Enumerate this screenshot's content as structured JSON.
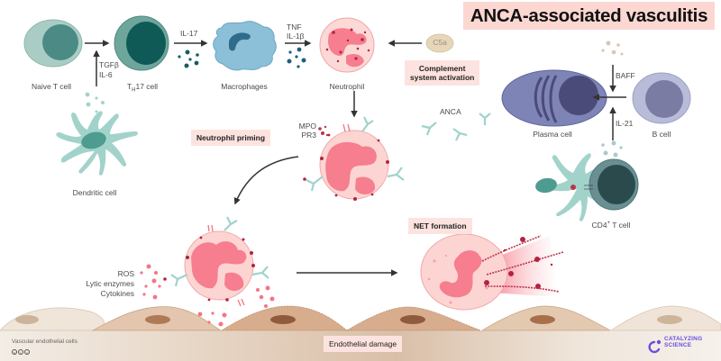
{
  "title": "ANCA-associated vasculitis",
  "cells": {
    "naive_t": "Naive T cell",
    "th17_prefix": "T",
    "th17_sub": "H",
    "th17_suffix": "17 cell",
    "macrophages": "Macrophages",
    "neutrophil": "Neutrophil",
    "dendritic": "Dendritic cell",
    "plasma": "Plasma cell",
    "b_cell": "B cell",
    "cd4_prefix": "CD4",
    "cd4_sup": "+",
    "cd4_suffix": " T cell"
  },
  "signals": {
    "tgfb": "TGFβ",
    "il6": "IL-6",
    "il17": "IL-17",
    "tnf": "TNF",
    "il1b": "IL-1β",
    "c5a": "C5a",
    "baff": "BAFF",
    "il21": "IL-21",
    "anca": "ANCA",
    "mpo": "MPO",
    "pr3": "PR3",
    "ros": "ROS",
    "lytic": "Lytic enzymes",
    "cytokines": "Cytokines"
  },
  "tags": {
    "complement_line1": "Complement",
    "complement_line2": "system activation",
    "priming": "Neutrophil priming",
    "net": "NET formation",
    "damage": "Endothelial damage"
  },
  "footer": {
    "endothelial_label": "Vascular endothelial cells",
    "logo_line1": "CATALYZING",
    "logo_line2": "SCIENCE"
  },
  "colors": {
    "title_bg": "#fcd7d2",
    "tag_bg": "#fde3df",
    "teal_light": "#a6cfc6",
    "teal_dark": "#175f5e",
    "macrophage": "#8fc0d6",
    "neutrophil_pink": "#f88b98",
    "neutrophil_bg": "#fcd5d3",
    "plasma": "#7d83b4",
    "bcell": "#b7bbd8",
    "c5a": "#e6d5b8",
    "endothelium": "#d9b79b",
    "logo": "#6b4fe0"
  }
}
